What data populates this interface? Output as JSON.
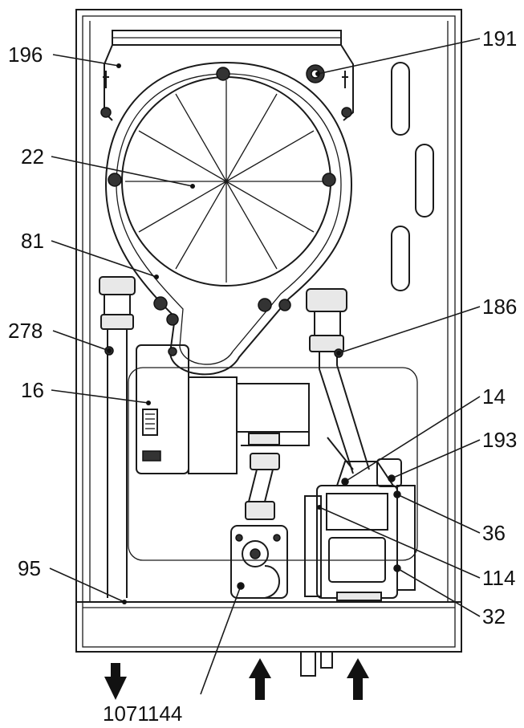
{
  "labels": {
    "l196": "196",
    "l191": "191",
    "l22": "22",
    "l81": "81",
    "l278": "278",
    "l186": "186",
    "l16": "16",
    "l14": "14",
    "l193": "193",
    "l36": "36",
    "l95": "95",
    "l114": "114",
    "l32": "32",
    "l1071144": "1071144"
  }
}
